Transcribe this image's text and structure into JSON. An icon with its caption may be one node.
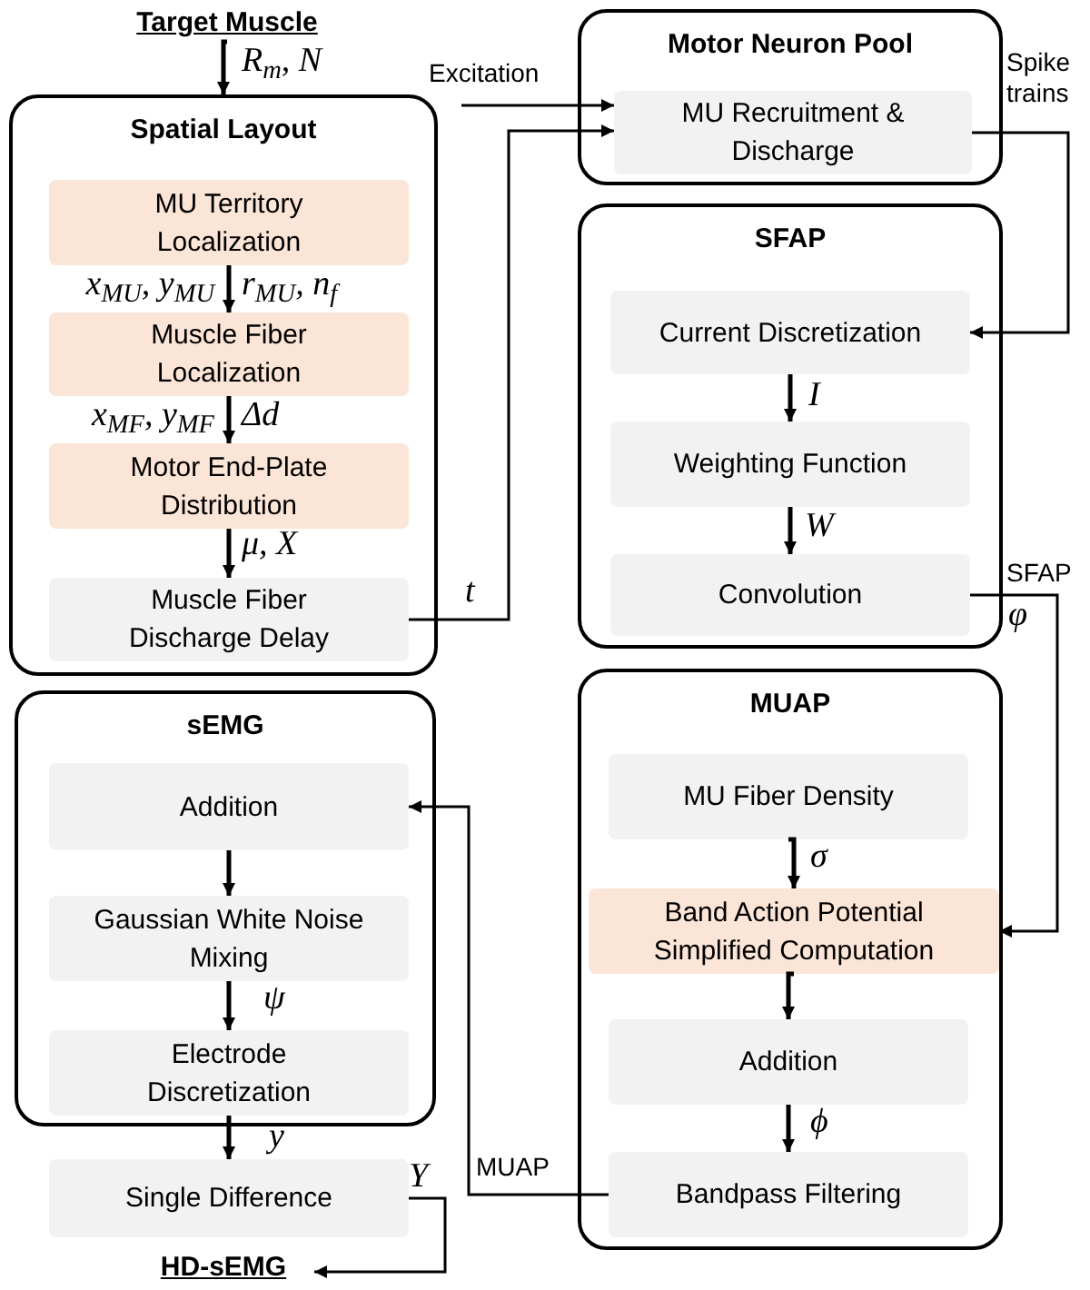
{
  "diagram": {
    "nodes": [
      {
        "text": [
          "Target Muscle"
        ]
      },
      {
        "text": [
          "Spatial Layout"
        ]
      },
      {
        "text": [
          "MU Territory Localization"
        ],
        "in": 1
      },
      {
        "text": [
          "Muscle Fiber Localization"
        ],
        "in": 1
      },
      {
        "text": [
          "Motor End-Plate Distribution"
        ],
        "in": 1
      },
      {
        "text": [
          "Muscle Fiber Discharge Delay"
        ],
        "in": 1
      },
      {
        "text": [
          "Motor Neuron Pool"
        ]
      },
      {
        "text": [
          "MU Recruitment & Discharge"
        ],
        "in": 6
      },
      {
        "text": [
          "SFAP"
        ]
      },
      {
        "text": [
          "Current Discretization"
        ],
        "in": 8
      },
      {
        "text": [
          "Weighting Function"
        ],
        "in": 8
      },
      {
        "text": [
          "Convolution"
        ],
        "in": 8
      },
      {
        "text": [
          "sEMG"
        ]
      },
      {
        "text": [
          "Addition"
        ],
        "in": 12
      },
      {
        "text": [
          "Gaussian White Noise Mixing"
        ],
        "in": 12
      },
      {
        "text": [
          "Electrode Discretization"
        ],
        "in": 12
      },
      {
        "text": [
          "Single Difference"
        ]
      },
      {
        "text": [
          "HD-sEMG"
        ]
      },
      {
        "text": [
          "MUAP"
        ]
      },
      {
        "text": [
          "MU Fiber Density"
        ],
        "in": 18
      },
      {
        "text": [
          "Band Action Potential Simplified Computation"
        ],
        "in": 18
      },
      {
        "text": [
          "Addition"
        ],
        "in": 18
      },
      {
        "text": [
          "Bandpass Filtering"
        ],
        "in": 18
      }
    ],
    "edges": [
      {
        "from": 0,
        "to": 1,
        "arrow": "to",
        "label": "R$_{m}$, N"
      },
      {
        "from": null,
        "to": 7,
        "arrow": "to",
        "label": "Excitation"
      },
      {
        "from": 5,
        "to": 7,
        "arrow": "to",
        "label": "t"
      },
      {
        "from": 7,
        "to": 9,
        "arrow": "to",
        "label": "Spike trains"
      },
      {
        "from": 2,
        "to": 3,
        "arrow": "to",
        "label": "r$_{MU}$, n$_{f}$"
      },
      {
        "from": 3,
        "to": 4,
        "arrow": "to",
        "label": "Δd"
      },
      {
        "from": 4,
        "to": 5,
        "arrow": "to",
        "label": "μ, X"
      },
      {
        "from": 9,
        "to": 10,
        "arrow": "to",
        "label": "I"
      },
      {
        "from": 10,
        "to": 11,
        "arrow": "to",
        "label": "W"
      },
      {
        "from": 11,
        "to": 20,
        "arrow": "to",
        "label": "SFAP"
      },
      {
        "from": 19,
        "to": 20,
        "arrow": "to",
        "label": "σ"
      },
      {
        "from": 20,
        "to": 21,
        "arrow": "to"
      },
      {
        "from": 21,
        "to": 22,
        "arrow": "to",
        "label": "ϕ"
      },
      {
        "from": 22,
        "to": 13,
        "arrow": "to",
        "label": "MUAP"
      },
      {
        "from": 13,
        "to": 14,
        "arrow": "to"
      },
      {
        "from": 14,
        "to": 15,
        "arrow": "to",
        "label": "ψ"
      },
      {
        "from": 15,
        "to": 16,
        "arrow": "to",
        "label": "y"
      },
      {
        "from": 16,
        "to": 17,
        "arrow": "to",
        "label": "Y"
      }
    ],
    "labels": [
      "x$_{MU}$, y$_{MU}$",
      "x$_{MF}$, y$_{MF}$",
      "φ"
    ]
  }
}
